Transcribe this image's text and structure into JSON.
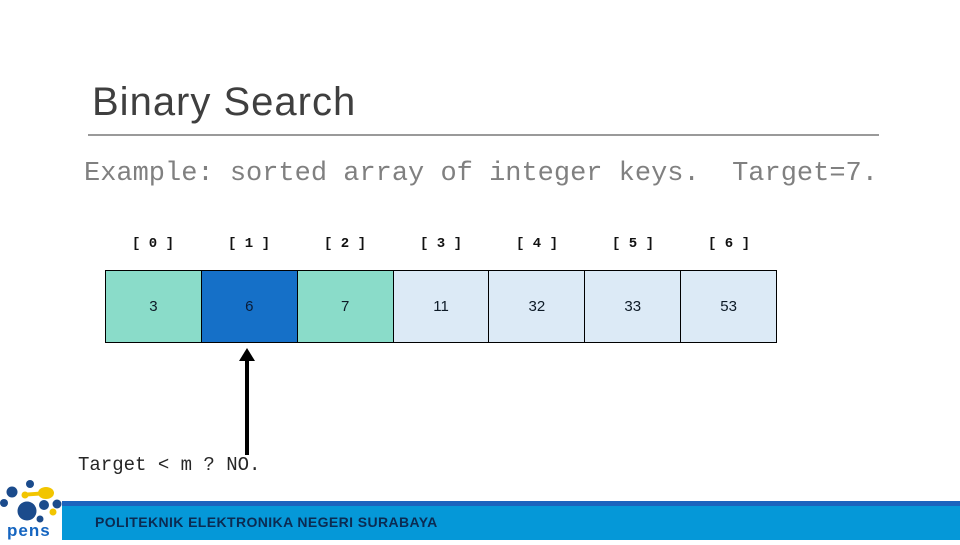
{
  "slide": {
    "title": "Binary Search",
    "example_line": "Example: sorted array of integer keys.  Target=7.",
    "caption": "Target < m ? NO.",
    "footer_text": "POLITEKNIK ELEKTRONIKA NEGERI SURABAYA",
    "logo_wordmark": "pens"
  },
  "array_diagram": {
    "indices": [
      "[ 0 ]",
      "[ 1 ]",
      "[ 2 ]",
      "[ 3 ]",
      "[ 4 ]",
      "[ 5 ]",
      "[ 6 ]"
    ],
    "values": [
      "3",
      "6",
      "7",
      "11",
      "32",
      "33",
      "53"
    ],
    "highlight": {
      "middle_index": 1,
      "teal_indices": [
        0,
        2
      ],
      "middle_cell_color": "#1570C8",
      "teal_cell_color": "#8ADCC9",
      "default_cell_color": "#DCEAF6"
    }
  },
  "colors": {
    "title_gray": "#3F3F3F",
    "subtitle_gray": "#808080",
    "cell_border": "#000000",
    "footer_bar_dark": "#1B64BE",
    "footer_bar_light": "#0598D8",
    "footer_text_navy": "#0B2B52",
    "logo_navy": "#1B4B8C",
    "logo_yellow": "#F2C500"
  }
}
